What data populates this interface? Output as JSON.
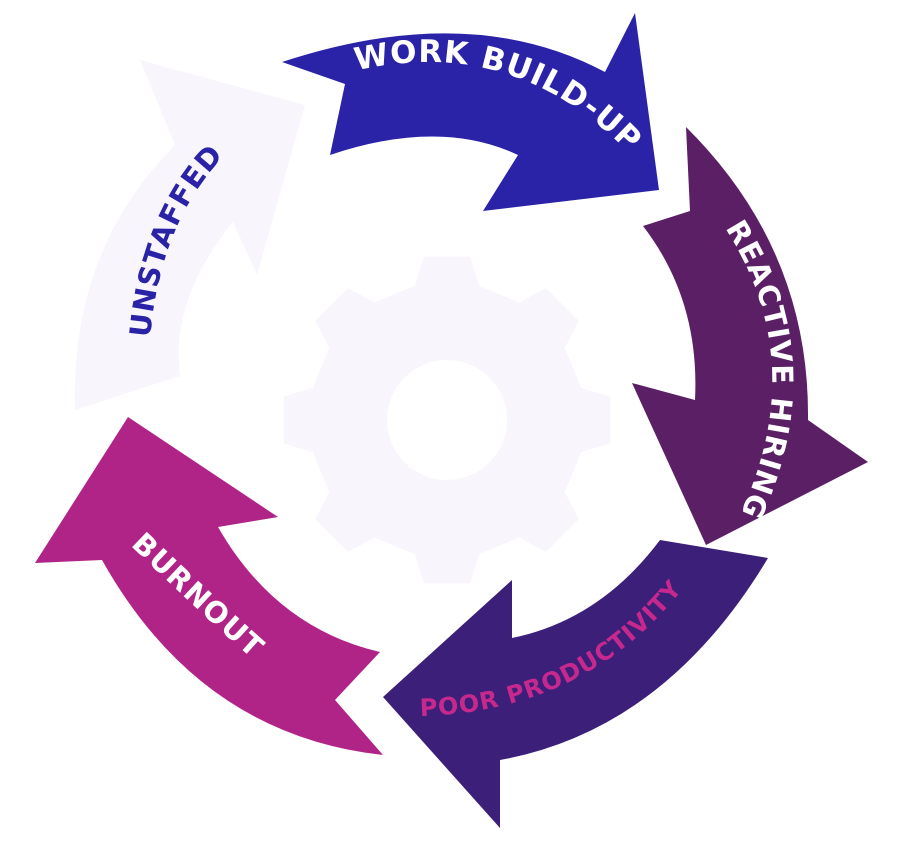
{
  "diagram": {
    "stages": [
      {
        "label": "WORK BUILD-UP",
        "fill": "#2a23a8",
        "text_color": "#ffffff"
      },
      {
        "label": "REACTIVE HIRING",
        "fill": "#5b1f66",
        "text_color": "#ffffff"
      },
      {
        "label": "POOR PRODUCTIVITY",
        "fill": "#3b1f78",
        "text_color": "#c6288e"
      },
      {
        "label": "BURNOUT",
        "fill": "#b02487",
        "text_color": "#ffffff"
      },
      {
        "label": "UNSTAFFED",
        "fill": "#f8f6fc",
        "text_color": "#2a23a8"
      }
    ],
    "center_icon": "gear-icon",
    "gear_color": "#f8f6fc"
  }
}
